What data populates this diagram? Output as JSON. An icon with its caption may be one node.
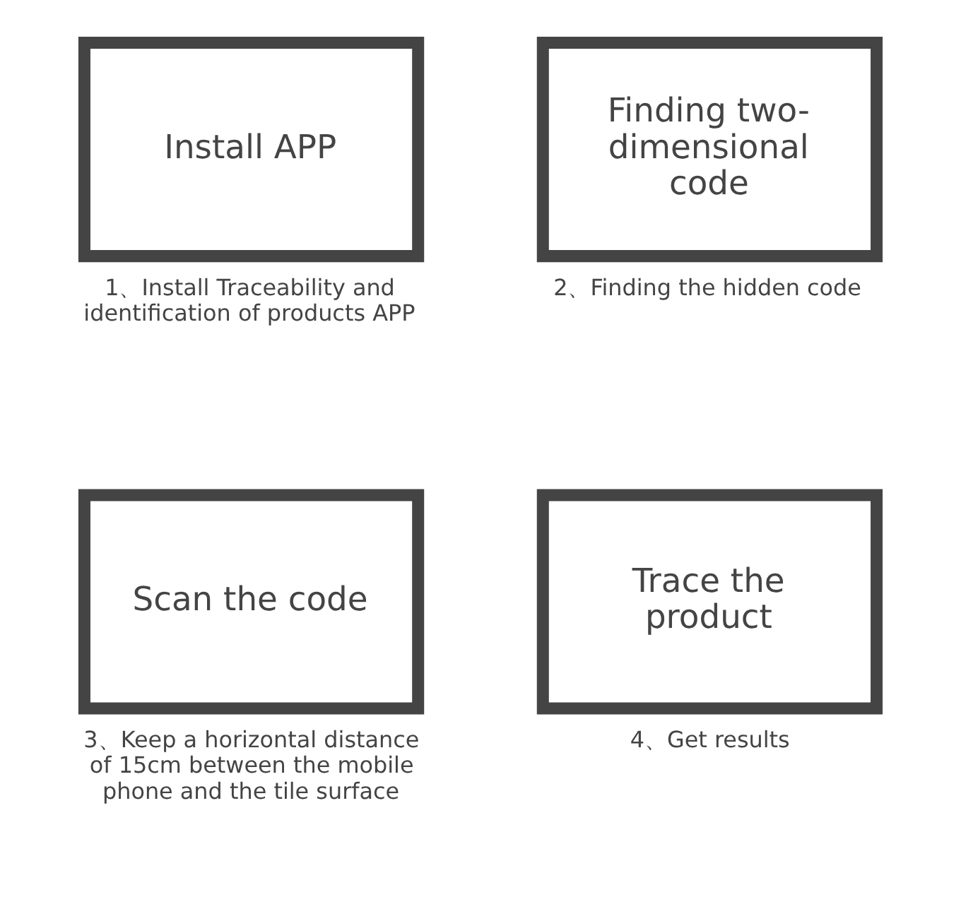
{
  "diagram": {
    "nodes": [
      {
        "text": [
          "Install APP"
        ],
        "beside": [
          "1、Install Traceability and identification of products APP"
        ]
      },
      {
        "text": [
          "Finding two-dimensional code"
        ],
        "beside": [
          "2、Finding the hidden code"
        ]
      },
      {
        "text": [
          "Scan the code"
        ],
        "beside": [
          "3、Keep a horizontal distance of 15cm between the mobile phone and the tile surface"
        ]
      },
      {
        "text": [
          "Trace the product"
        ],
        "beside": [
          "4、Get results"
        ]
      }
    ],
    "edges": []
  }
}
